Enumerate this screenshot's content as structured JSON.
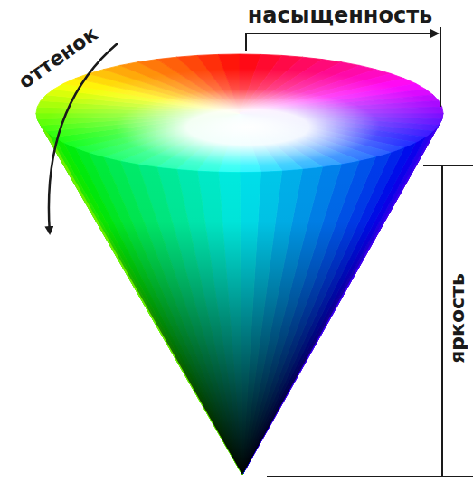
{
  "diagram": {
    "labels": [
      "оттенок",
      "насыщенность",
      "яркость"
    ]
  }
}
